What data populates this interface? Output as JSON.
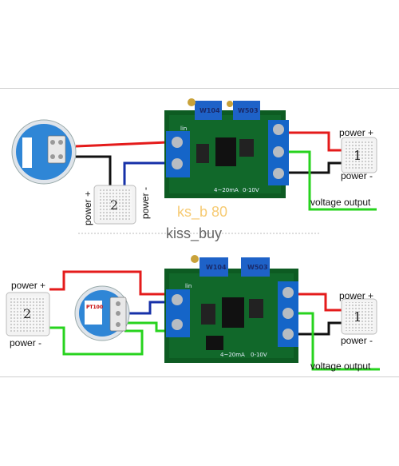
{
  "diagram_top": {
    "labels": {
      "power_plus_right": "power +",
      "power_minus_right": "power -",
      "voltage_output": "voltage output",
      "power_plus_supply": "power +",
      "power_minus_supply": "power -"
    },
    "supply_number": "2",
    "meter_number": "1",
    "board": {
      "pot_left": "W104",
      "pot_right": "W503",
      "lin_label": "lin",
      "range_label": "4~20mA",
      "out_label": "0-10V"
    }
  },
  "diagram_bottom": {
    "labels": {
      "power_plus_left": "power +",
      "power_minus_left": "power -",
      "power_plus_right": "power +",
      "power_minus_right": "power -",
      "voltage_output": "voltage output"
    },
    "supply_number": "2",
    "meter_number": "1",
    "board": {
      "pot_left": "W104",
      "pot_right": "W503",
      "lin_label": "lin",
      "range_label": "4~20mA",
      "out_label": "0-10V"
    }
  },
  "watermark": "kiss_buy",
  "colors": {
    "wire_red": "#e41b1b",
    "wire_blue": "#1630a8",
    "wire_black": "#111111",
    "wire_green": "#27d31e",
    "pcb": "#0d5b22",
    "terminal": "#1565c8"
  }
}
